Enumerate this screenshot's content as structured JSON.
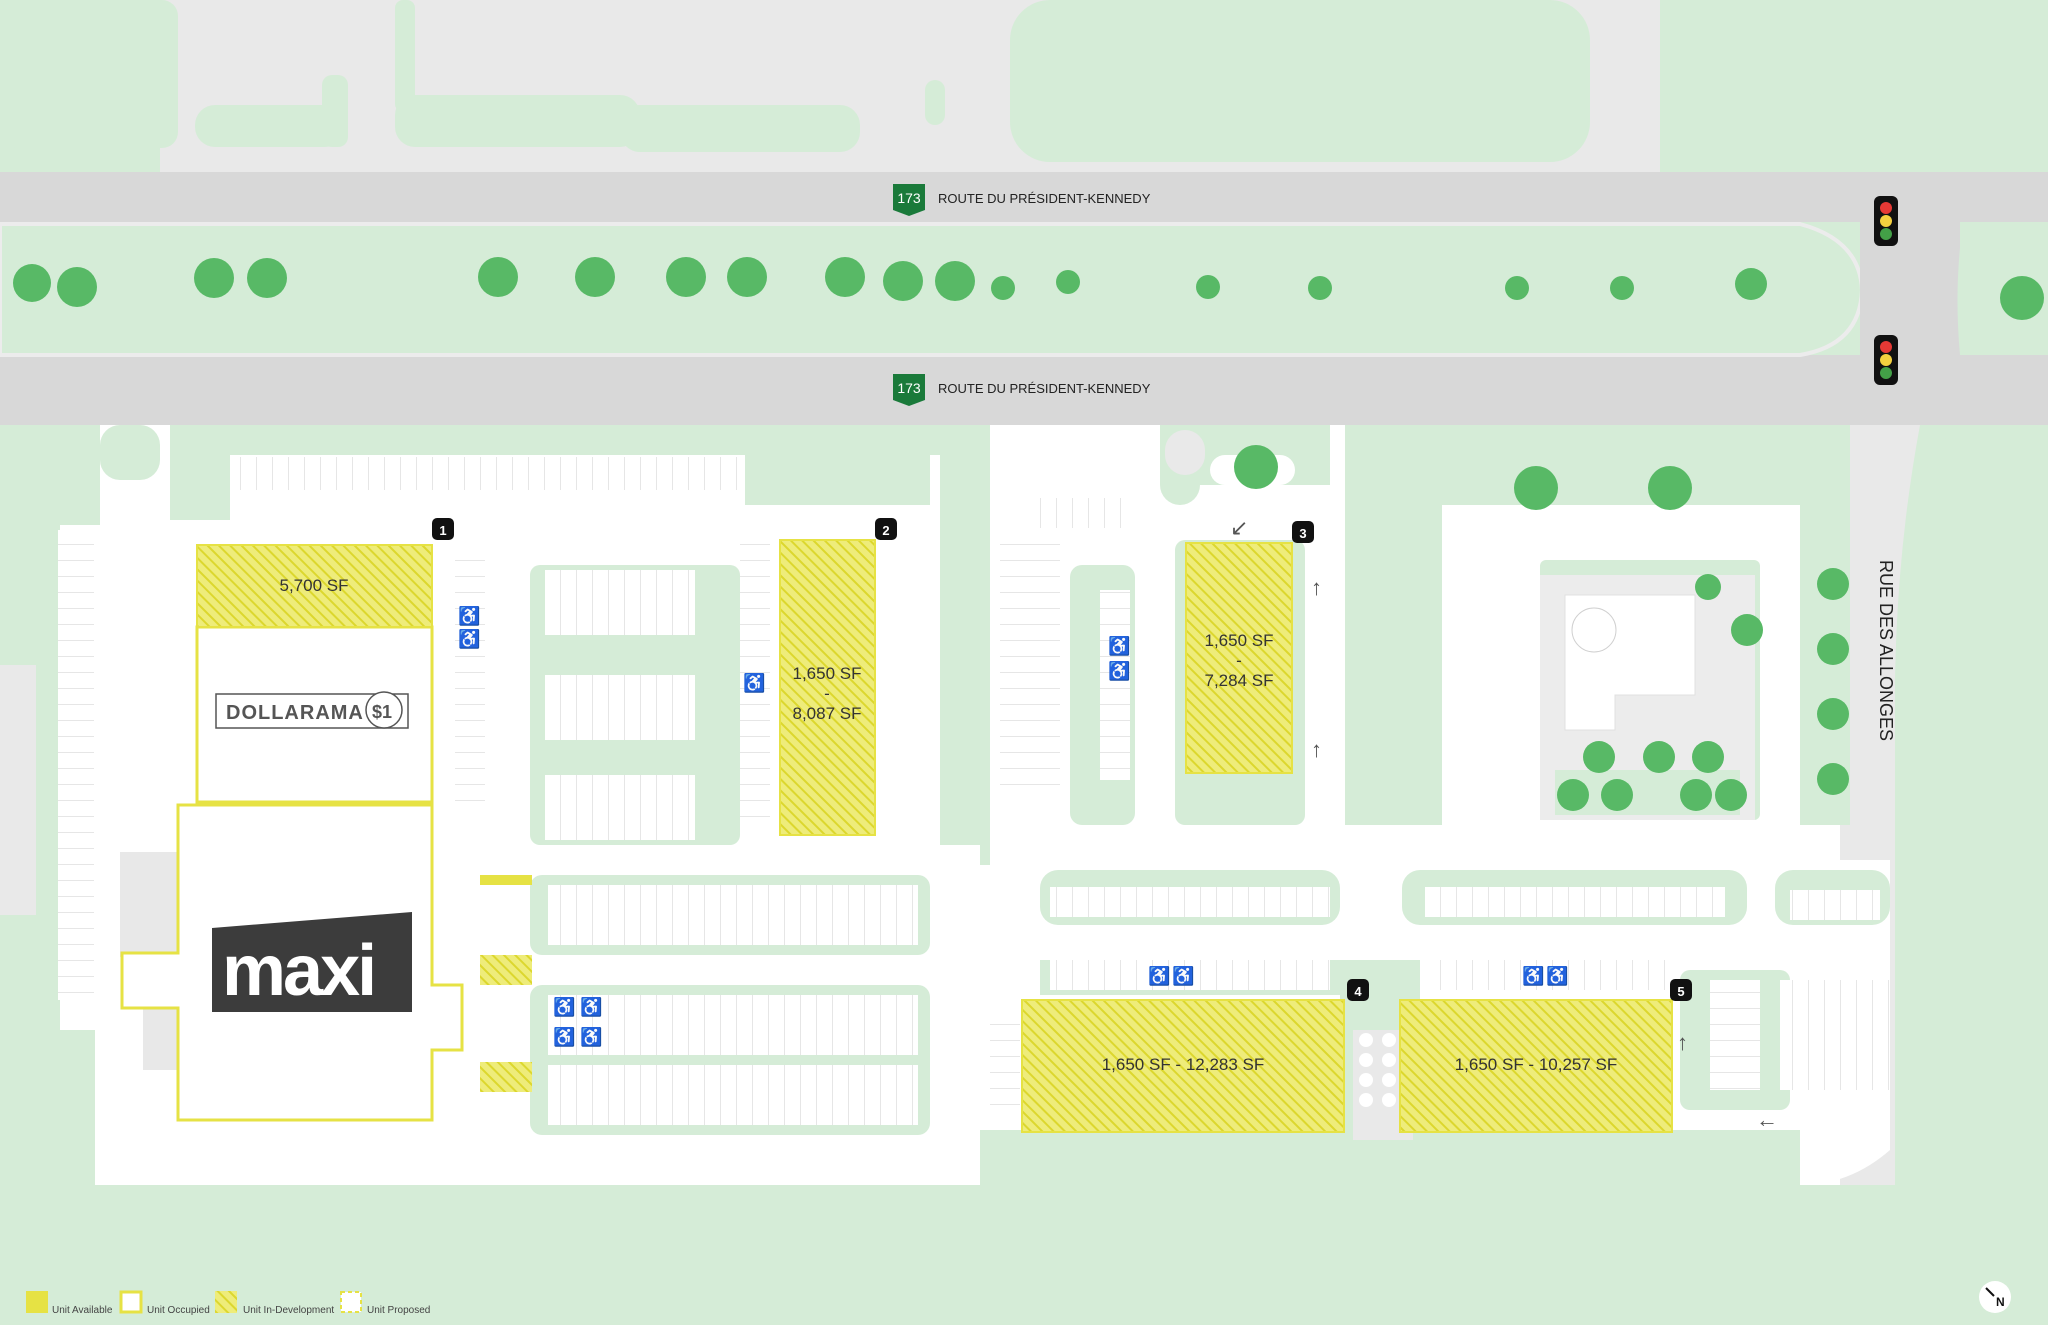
{
  "road": {
    "shield_number": "173",
    "label_north": "ROUTE DU PRÉSIDENT-KENNEDY",
    "label_south": "ROUTE DU PRÉSIDENT-KENNEDY",
    "side_street": "RUE DES ALLONGES"
  },
  "units": [
    {
      "number": "1",
      "area": "5,700 SF",
      "status": "in-development"
    },
    {
      "number": "2",
      "area_min": "1,650 SF",
      "dash": "-",
      "area_max": "8,087 SF",
      "status": "in-development"
    },
    {
      "number": "3",
      "area_min": "1,650 SF",
      "dash": "-",
      "area_max": "7,284 SF",
      "status": "in-development"
    },
    {
      "number": "4",
      "area": "1,650 SF - 12,283 SF",
      "status": "in-development"
    },
    {
      "number": "5",
      "area": "1,650 SF - 10,257 SF",
      "status": "in-development"
    }
  ],
  "tenants": {
    "dollarama": "DOLLARAMA",
    "dollarama_badge": "$1",
    "maxi": "maxi"
  },
  "legend": [
    {
      "label": "Unit Available",
      "style": "solid-yellow"
    },
    {
      "label": "Unit Occupied",
      "style": "outline-yellow"
    },
    {
      "label": "Unit In-Development",
      "style": "hatched-yellow"
    },
    {
      "label": "Unit Proposed",
      "style": "dashed-yellow"
    }
  ],
  "north_arrow": "N",
  "colors": {
    "background_green": "#d5ecd7",
    "road_gray": "#d8d8d8",
    "lot_white": "#ffffff",
    "tree_green": "#58b966",
    "unit_yellow": "#e6e244",
    "shield_green": "#1a7a3a",
    "maxi_dark": "#3c3c3c"
  },
  "icons": [
    "accessible-parking-icon",
    "traffic-light-icon",
    "direction-arrow-icon",
    "north-arrow-icon",
    "highway-shield-icon"
  ]
}
